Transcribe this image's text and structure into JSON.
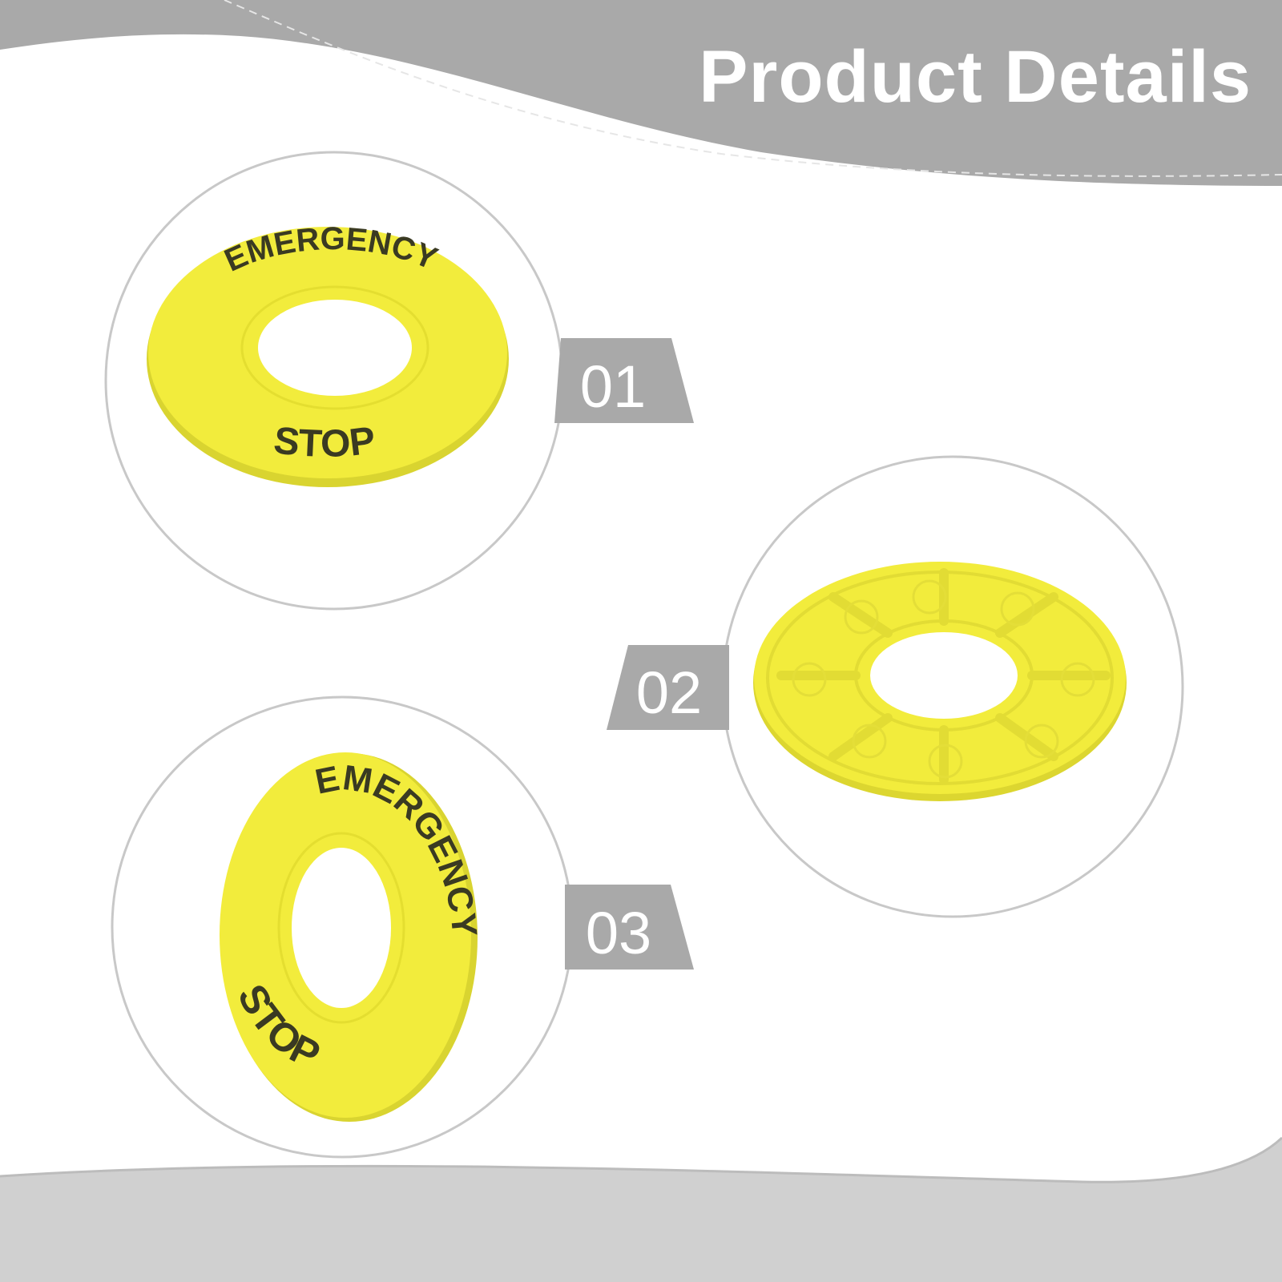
{
  "header": {
    "title": "Product Details"
  },
  "items": [
    {
      "number": "01",
      "top_text": "EMERGENCY",
      "bottom_text": "STOP"
    },
    {
      "number": "02"
    },
    {
      "number": "03",
      "top_text": "EMERGENCY",
      "bottom_text": "STOP"
    }
  ],
  "colors": {
    "banner_gray": "#a9a9a9",
    "footer_gray": "#cfcfcf",
    "ring_yellow": "#f2ec3c",
    "text_dark": "#3a3a22"
  }
}
